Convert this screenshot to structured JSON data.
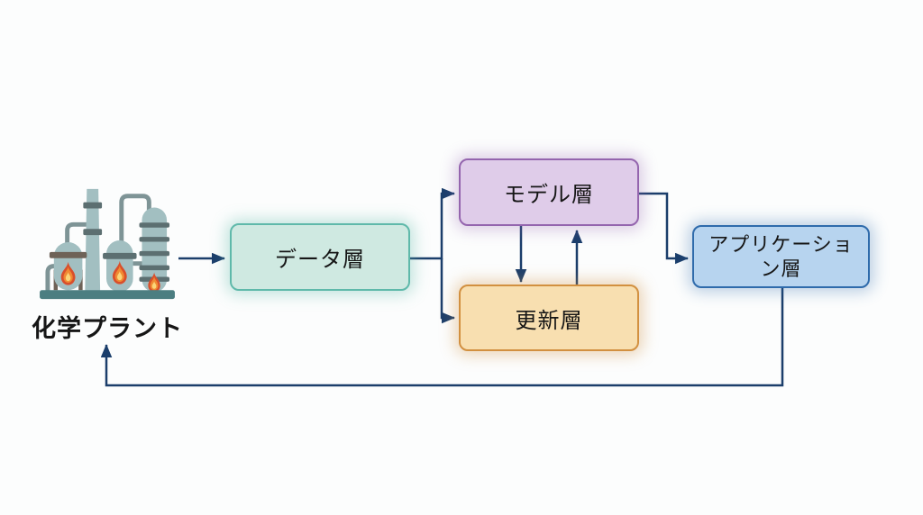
{
  "diagram": {
    "background": "#fcfdfd",
    "arrow_color": "#1b3e6b",
    "text_color": "#161616",
    "source": {
      "label": "化学プラント",
      "icon": "chemical-plant-icon",
      "icon_colors": {
        "vessel": "#a2bfc1",
        "band": "#5c6f71",
        "pipe": "#7e9496",
        "stand": "#6e6257",
        "base": "#4c7e81",
        "flame_outer": "#d94f2b",
        "flame_mid": "#f08a33",
        "flame_core": "#fbd579"
      }
    },
    "nodes": [
      {
        "id": "data",
        "label": "データ層",
        "fill": "#cfe9e1",
        "border": "#5fb9aa",
        "glow": "rgba(95,185,170,0.35)"
      },
      {
        "id": "model",
        "label": "モデル層",
        "fill": "#dfcce9",
        "border": "#9465ae",
        "glow": "rgba(148,101,174,0.30)"
      },
      {
        "id": "update",
        "label": "更新層",
        "fill": "#f8dfb0",
        "border": "#d29040",
        "glow": "rgba(210,144,64,0.35)"
      },
      {
        "id": "app",
        "label": "アプリケーション層",
        "fill": "#b7d4ef",
        "border": "#2f6bab",
        "glow": "rgba(47,107,171,0.30)"
      }
    ],
    "edges": [
      {
        "from": "chemical-plant",
        "to": "data"
      },
      {
        "from": "data",
        "to": "model"
      },
      {
        "from": "data",
        "to": "update"
      },
      {
        "from": "model",
        "to": "update"
      },
      {
        "from": "update",
        "to": "model"
      },
      {
        "from": "model",
        "to": "app"
      },
      {
        "from": "app",
        "to": "chemical-plant"
      }
    ]
  }
}
